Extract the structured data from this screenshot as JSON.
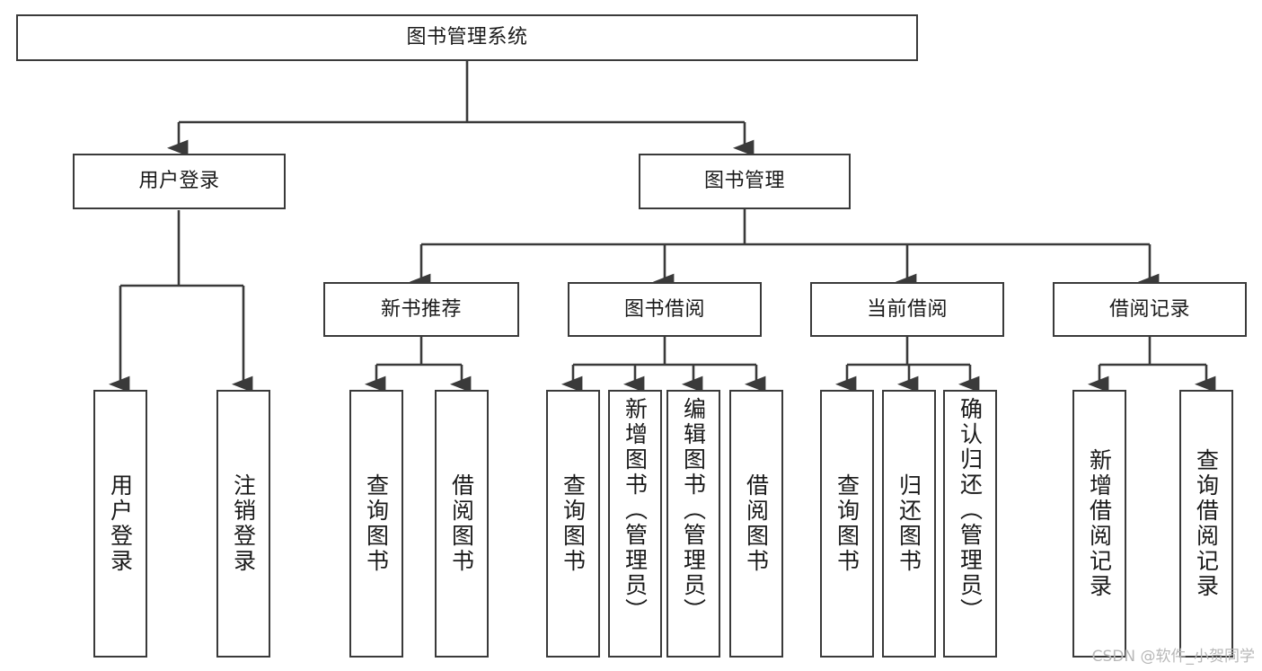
{
  "diagram": {
    "type": "tree-hierarchy-diagram",
    "title": "图书管理系统",
    "watermark": "CSDN @软件_小贺同学",
    "colors": {
      "stroke": "#3a3a3a",
      "fill": "#ffffff",
      "text": "#1a1a1a",
      "watermark": "#b8b8b8"
    },
    "nodes": {
      "root": {
        "label": "图书管理系统"
      },
      "level1": [
        {
          "label": "用户登录"
        },
        {
          "label": "图书管理"
        }
      ],
      "level2": [
        {
          "label": "新书推荐"
        },
        {
          "label": "图书借阅"
        },
        {
          "label": "当前借阅"
        },
        {
          "label": "借阅记录"
        }
      ],
      "leaves": {
        "user_login": [
          {
            "label": "用户登录"
          },
          {
            "label": "注销登录"
          }
        ],
        "new_book_recommend": [
          {
            "label": "查询图书"
          },
          {
            "label": "借阅图书"
          }
        ],
        "book_borrow": [
          {
            "label": "查询图书"
          },
          {
            "label": "新增图书（管理员）"
          },
          {
            "label": "编辑图书（管理员）"
          },
          {
            "label": "借阅图书"
          }
        ],
        "current_borrow": [
          {
            "label": "查询图书"
          },
          {
            "label": "归还图书"
          },
          {
            "label": "确认归还（管理员）"
          }
        ],
        "borrow_record": [
          {
            "label": "新增借阅记录"
          },
          {
            "label": "查询借阅记录"
          }
        ]
      }
    }
  }
}
